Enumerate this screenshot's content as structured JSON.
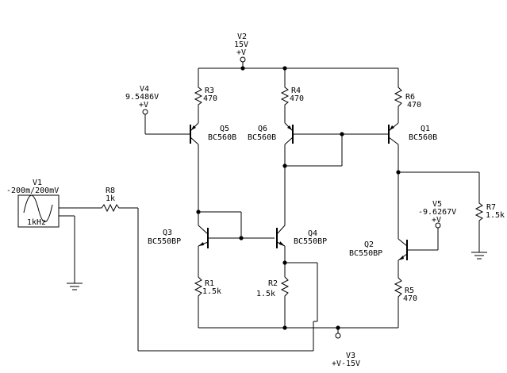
{
  "colors": {
    "wire": "#000000",
    "background": "#ffffff"
  },
  "sources": {
    "v1": {
      "name": "V1",
      "value": "-200m/200mV",
      "freq": "1kHz"
    },
    "v2": {
      "name": "V2",
      "value": "15V",
      "terminal": "+V"
    },
    "v3": {
      "name": "V3",
      "value": "-15V",
      "terminal": "+V"
    },
    "v4": {
      "name": "V4",
      "value": "9.5486V",
      "terminal": "+V"
    },
    "v5": {
      "name": "V5",
      "value": "-9.6267V",
      "terminal": "+V"
    }
  },
  "resistors": {
    "r1": {
      "name": "R1",
      "value": "1.5k"
    },
    "r2": {
      "name": "R2",
      "value": "1.5k"
    },
    "r3": {
      "name": "R3",
      "value": "470"
    },
    "r4": {
      "name": "R4",
      "value": "470"
    },
    "r5": {
      "name": "R5",
      "value": "470"
    },
    "r6": {
      "name": "R6",
      "value": "470"
    },
    "r7": {
      "name": "R7",
      "value": "1.5k"
    },
    "r8": {
      "name": "R8",
      "value": "1k"
    }
  },
  "transistors": {
    "q1": {
      "name": "Q1",
      "model": "BC560B"
    },
    "q2": {
      "name": "Q2",
      "model": "BC550BP"
    },
    "q3": {
      "name": "Q3",
      "model": "BC550BP"
    },
    "q4": {
      "name": "Q4",
      "model": "BC550BP"
    },
    "q5": {
      "name": "Q5",
      "model": "BC560B"
    },
    "q6": {
      "name": "Q6",
      "model": "BC560B"
    }
  }
}
